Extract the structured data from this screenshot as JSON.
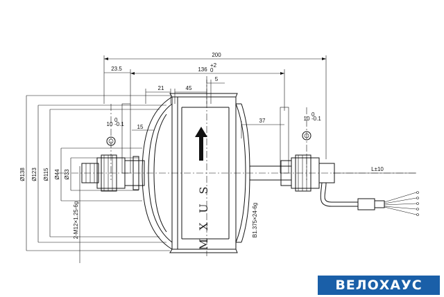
{
  "dimensions": {
    "overall_width": "200",
    "left_offset": "23.5",
    "axle_span": "136",
    "axle_tolerance_top": "+2",
    "axle_tolerance_bottom": "0",
    "shell_left": "21",
    "shell_center": "45",
    "shell_small": "5",
    "dropout_left": "15",
    "right_offset": "37",
    "slot_left": "10",
    "slot_left_tol_top": "0",
    "slot_left_tol_bottom": "-0.1",
    "slot_right": "10",
    "slot_right_tol_top": "0",
    "slot_right_tol_bottom": "-0.1",
    "cable_length": "L±10",
    "dia_138": "Ø138",
    "dia_123": "Ø123",
    "dia_115": "Ø115",
    "dia_44": "Ø44",
    "dia_33": "Ø33",
    "thread_left": "2-M12×1.25-6g",
    "thread_right": "B1.375×24-6g"
  },
  "brand_text": "MXUS",
  "logo_text": "ВЕЛОХАУС",
  "colors": {
    "logo_bg": "#1a5fa8",
    "line": "#111111"
  }
}
